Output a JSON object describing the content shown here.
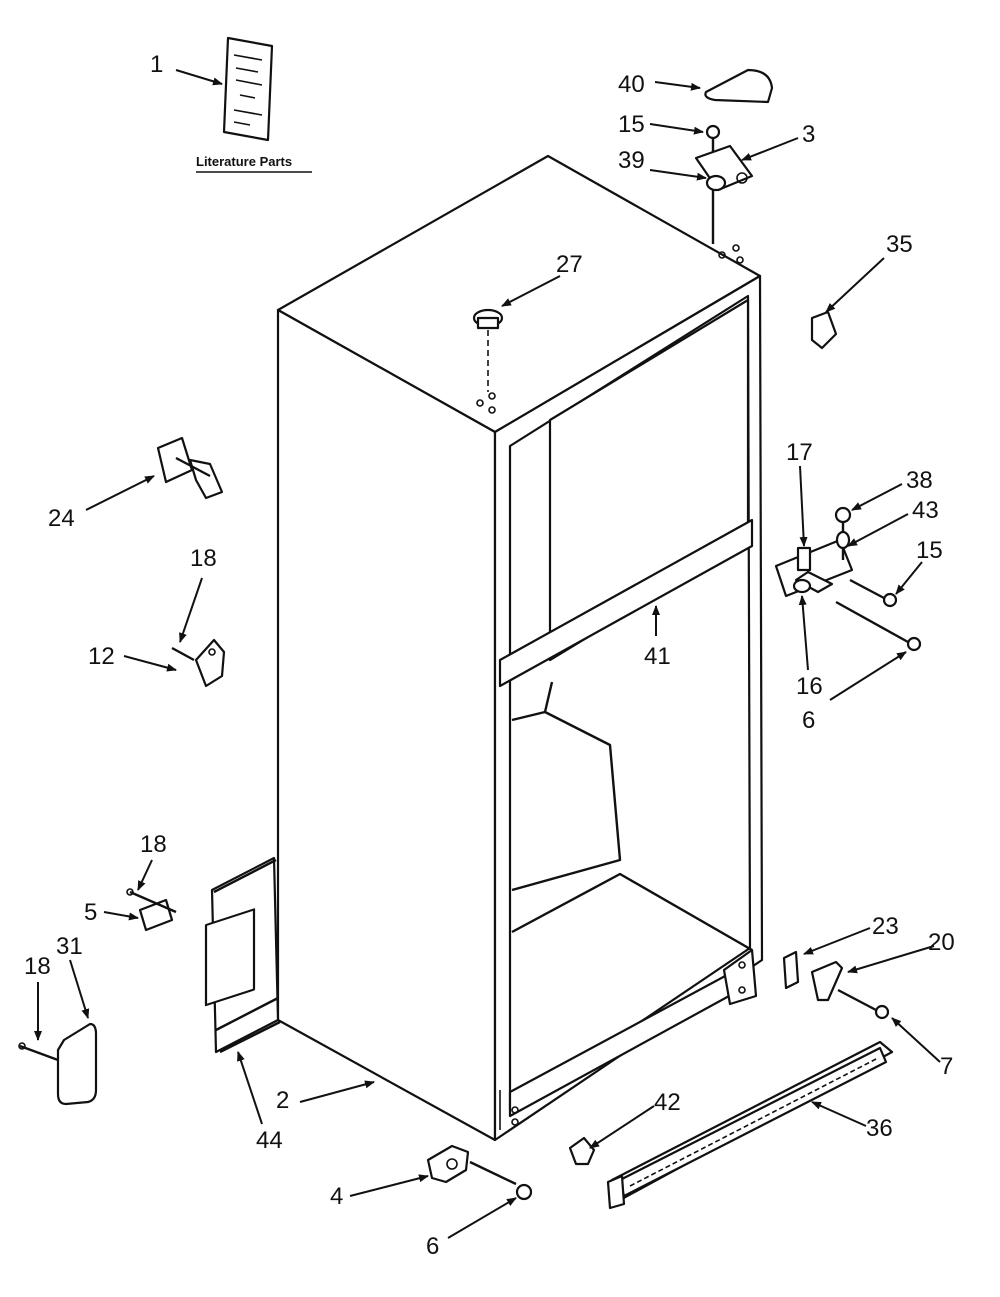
{
  "literature_caption": "Literature Parts",
  "callouts": [
    {
      "id": "c1",
      "text": "1"
    },
    {
      "id": "c40",
      "text": "40"
    },
    {
      "id": "c15a",
      "text": "15"
    },
    {
      "id": "c3",
      "text": "3"
    },
    {
      "id": "c39",
      "text": "39"
    },
    {
      "id": "c27",
      "text": "27"
    },
    {
      "id": "c35",
      "text": "35"
    },
    {
      "id": "c24",
      "text": "24"
    },
    {
      "id": "c18a",
      "text": "18"
    },
    {
      "id": "c12",
      "text": "12"
    },
    {
      "id": "c17",
      "text": "17"
    },
    {
      "id": "c38",
      "text": "38"
    },
    {
      "id": "c43",
      "text": "43"
    },
    {
      "id": "c15b",
      "text": "15"
    },
    {
      "id": "c41",
      "text": "41"
    },
    {
      "id": "c16",
      "text": "16"
    },
    {
      "id": "c6a",
      "text": "6"
    },
    {
      "id": "c18b",
      "text": "18"
    },
    {
      "id": "c5",
      "text": "5"
    },
    {
      "id": "c18c",
      "text": "18"
    },
    {
      "id": "c31",
      "text": "31"
    },
    {
      "id": "c23",
      "text": "23"
    },
    {
      "id": "c20",
      "text": "20"
    },
    {
      "id": "c7",
      "text": "7"
    },
    {
      "id": "c2",
      "text": "2"
    },
    {
      "id": "c44",
      "text": "44"
    },
    {
      "id": "c42",
      "text": "42"
    },
    {
      "id": "c36",
      "text": "36"
    },
    {
      "id": "c4",
      "text": "4"
    },
    {
      "id": "c6b",
      "text": "6"
    }
  ]
}
